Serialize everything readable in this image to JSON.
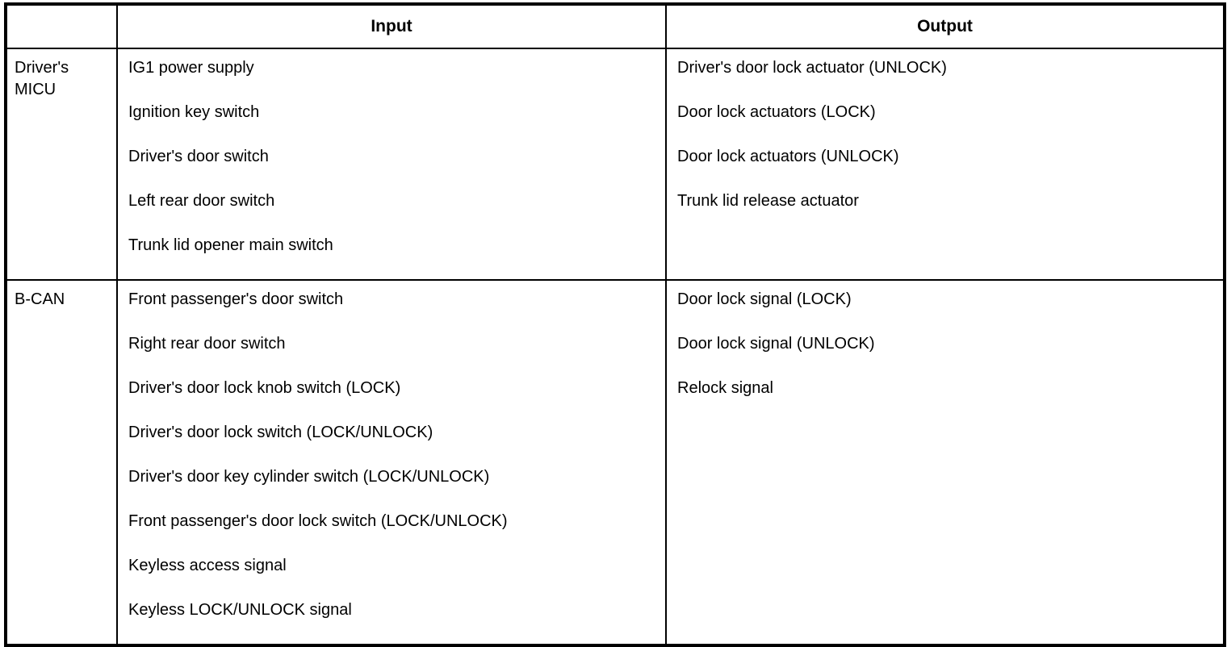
{
  "colors": {
    "background": "#ffffff",
    "border": "#000000",
    "text": "#000000"
  },
  "table": {
    "columns": [
      {
        "label": ""
      },
      {
        "label": "Input"
      },
      {
        "label": "Output"
      }
    ],
    "rows": [
      {
        "source": "Driver's MICU",
        "inputs": [
          "IG1 power supply",
          "Ignition key switch",
          "Driver's door switch",
          "Left rear door switch",
          "Trunk lid opener main switch"
        ],
        "outputs": [
          "Driver's door lock actuator (UNLOCK)",
          "Door lock actuators (LOCK)",
          "Door lock actuators (UNLOCK)",
          "Trunk lid release actuator"
        ]
      },
      {
        "source": "B-CAN",
        "inputs": [
          "Front passenger's door switch",
          "Right rear door switch",
          "Driver's door lock knob switch (LOCK)",
          "Driver's door lock switch (LOCK/UNLOCK)",
          "Driver's door key cylinder switch (LOCK/UNLOCK)",
          "Front passenger's door lock switch (LOCK/UNLOCK)",
          "Keyless access signal",
          "Keyless LOCK/UNLOCK signal"
        ],
        "outputs": [
          "Door lock signal (LOCK)",
          "Door lock signal (UNLOCK)",
          "Relock signal"
        ]
      }
    ]
  }
}
